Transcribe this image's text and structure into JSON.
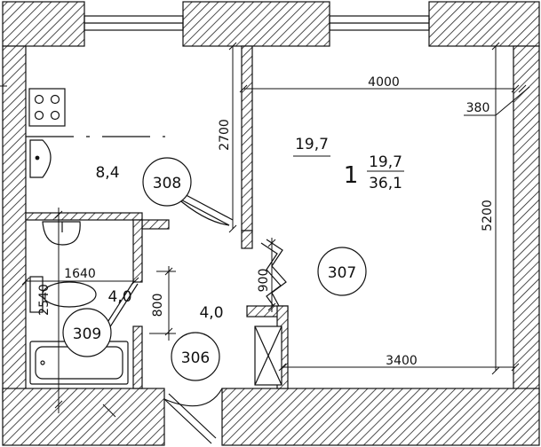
{
  "apartment": {
    "rooms_count": "1",
    "living_area": "19,7",
    "total_area": "36,1"
  },
  "rooms": [
    {
      "id": "306",
      "area": "4,0"
    },
    {
      "id": "307",
      "area": "19,7"
    },
    {
      "id": "308",
      "area": "8,4"
    },
    {
      "id": "309",
      "area": "4,0"
    }
  ],
  "dimensions": {
    "living_width": "4000",
    "living_width_lower": "3400",
    "living_depth": "5200",
    "kitchen_depth": "2700",
    "bath_width": "1640",
    "bath_depth": "2540",
    "door_bath": "800",
    "door_living": "900",
    "window_offset": "380"
  },
  "colors": {
    "wall_hatch": "#222222",
    "line": "#111111"
  }
}
